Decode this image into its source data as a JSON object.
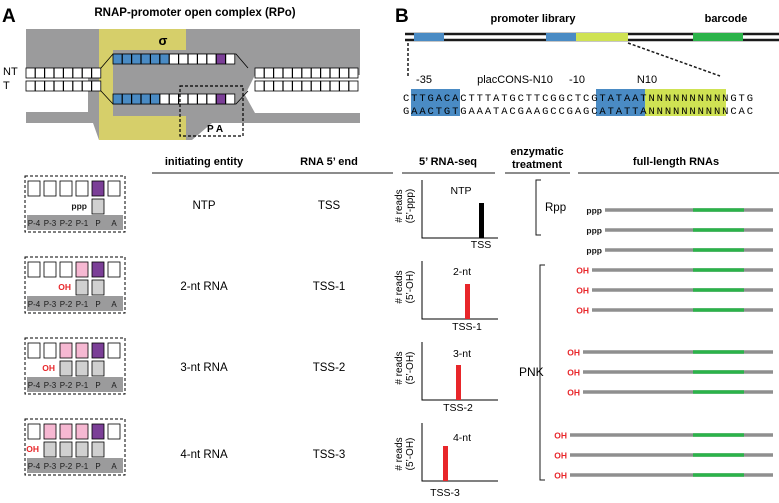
{
  "panel_a": {
    "letter": "A",
    "title": "RNAP-promoter open complex (RPo)",
    "sigma": "σ",
    "strand_nt": "NT",
    "strand_t": "T",
    "site_label": "P A"
  },
  "panel_b": {
    "letter": "B",
    "promoter_library": "promoter library",
    "barcode": "barcode",
    "minus35": "-35",
    "construct": "placCONS-N10",
    "minus10": "-10",
    "n10": "N10",
    "top_seq": {
      "a": "C",
      "b": "TTGACA",
      "c": "CTTTATGCTTCGGCTCG",
      "d": "TATAAT",
      "e": "NNNNNNNNNN",
      "f": "GTG"
    },
    "bottom_seq": {
      "a": "G",
      "b": "AACTGT",
      "c": "GAAATACGAAGCCGAGC",
      "d": "ATATTA",
      "e": "NNNNNNNNNN",
      "f": "CAC"
    }
  },
  "headers": {
    "initiating_entity": "initiating entity",
    "rna_5_end": "RNA 5’ end",
    "rnaseq": "5’ RNA-seq",
    "enzymatic_1": "enzymatic",
    "enzymatic_2": "treatment",
    "full_length": "full-length RNAs"
  },
  "site_labels": [
    "P-4",
    "P-3",
    "P-2",
    "P-1",
    "P",
    "A"
  ],
  "rows": [
    {
      "entity": "NTP",
      "end": "TSS",
      "plot_label": "NTP",
      "plot_x": "TSS",
      "ylabel_1": "# reads",
      "ylabel_2": "(5’-ppp)",
      "five_prime": "ppp",
      "bar_color": "#000000"
    },
    {
      "entity": "2-nt RNA",
      "end": "TSS-1",
      "plot_label": "2-nt",
      "plot_x": "TSS-1",
      "ylabel_1": "# reads",
      "ylabel_2": "(5’-OH)",
      "five_prime": "OH",
      "bar_color": "#e8262a"
    },
    {
      "entity": "3-nt RNA",
      "end": "TSS-2",
      "plot_label": "3-nt",
      "plot_x": "TSS-2",
      "ylabel_1": "# reads",
      "ylabel_2": "(5’-OH)",
      "five_prime": "OH",
      "bar_color": "#e8262a"
    },
    {
      "entity": "4-nt RNA",
      "end": "TSS-3",
      "plot_label": "4-nt",
      "plot_x": "TSS-3",
      "ylabel_1": "# reads",
      "ylabel_2": "(5’-OH)",
      "five_prime": "OH",
      "bar_color": "#e8262a"
    }
  ],
  "treatments": {
    "rpp": "Rpp",
    "pnk": "PNK"
  },
  "rna_labels": {
    "ppp": "ppp",
    "oh": "OH"
  },
  "colors": {
    "polymerase_gray": "#9b9b9c",
    "sigma_yellow": "#d6cf6a",
    "blue": "#4a8bc4",
    "purple": "#7b3f97",
    "pink": "#f6b8d2",
    "green": "#2bb34a",
    "red": "#e8262a",
    "lime": "#cfe253"
  }
}
